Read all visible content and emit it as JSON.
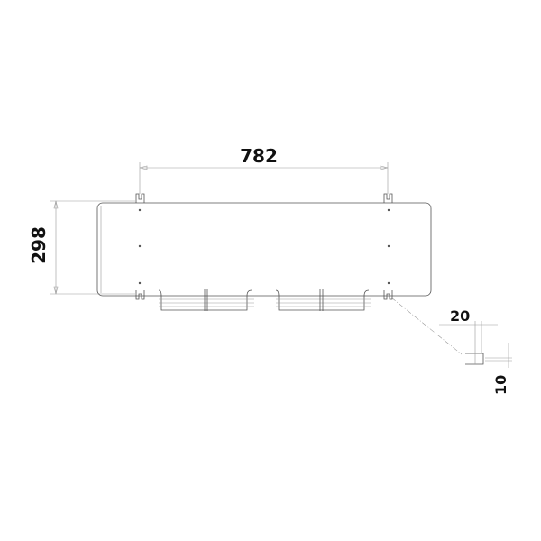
{
  "drawing": {
    "width_dimension": "782",
    "height_dimension": "298",
    "detail_width_dimension": "20",
    "detail_height_dimension": "10",
    "line_color": "#555555"
  }
}
